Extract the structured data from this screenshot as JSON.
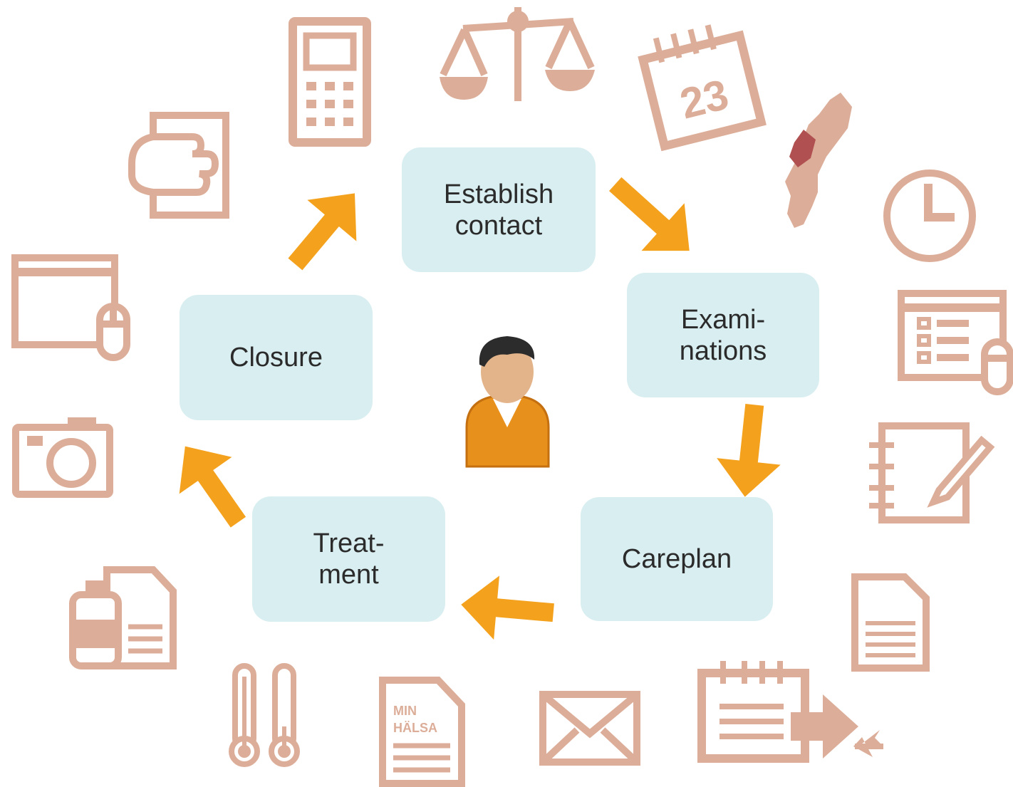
{
  "steps": {
    "establish": "Establish\ncontact",
    "examinations": "Exami-\nnations",
    "careplan": "Careplan",
    "treatment": "Treat-\nment",
    "closure": "Closure"
  },
  "icons": {
    "calendar_day": "23",
    "document_brand_line1": "MIN",
    "document_brand_line2": "HÄLSA"
  },
  "colors": {
    "step_fill": "#d9eef0",
    "arrow": "#f4a21d",
    "icon": "#dcae99",
    "map_region": "#b05050"
  },
  "icon_names": [
    "mobile-phone-icon",
    "scales-icon",
    "calendar-icon",
    "sweden-map-icon",
    "clock-icon",
    "hand-document-icon",
    "browser-mouse-icon",
    "list-mouse-icon",
    "camera-icon",
    "notebook-pen-icon",
    "medication-document-icon",
    "document-icon",
    "thermometers-icon",
    "min-halsa-document-icon",
    "envelope-icon",
    "calendar-referral-icon",
    "patient-avatar-icon"
  ]
}
